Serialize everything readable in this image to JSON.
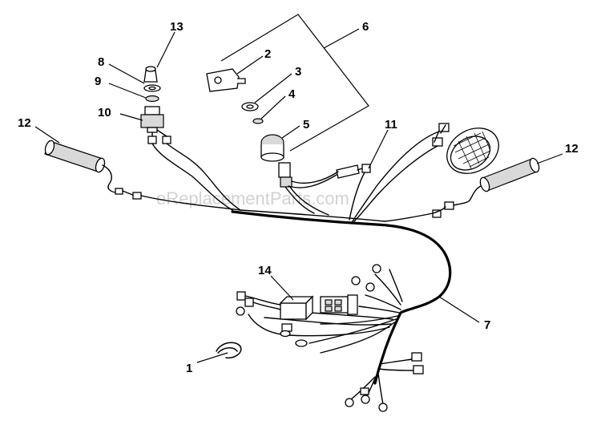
{
  "watermark": "eReplacementParts.com",
  "callouts": [
    {
      "id": "c13",
      "text": "13"
    },
    {
      "id": "c8",
      "text": "8"
    },
    {
      "id": "c9",
      "text": "9"
    },
    {
      "id": "c10",
      "text": "10"
    },
    {
      "id": "c2",
      "text": "2"
    },
    {
      "id": "c3",
      "text": "3"
    },
    {
      "id": "c4",
      "text": "4"
    },
    {
      "id": "c5",
      "text": "5"
    },
    {
      "id": "c6",
      "text": "6"
    },
    {
      "id": "c11",
      "text": "11"
    },
    {
      "id": "c12a",
      "text": "12"
    },
    {
      "id": "c12b",
      "text": "12"
    },
    {
      "id": "c14",
      "text": "14"
    },
    {
      "id": "c7",
      "text": "7"
    },
    {
      "id": "c1",
      "text": "1"
    }
  ]
}
